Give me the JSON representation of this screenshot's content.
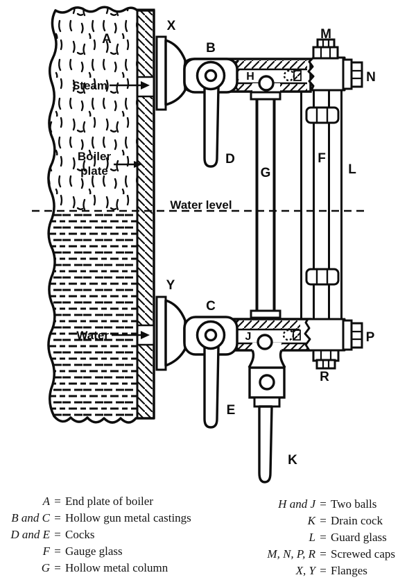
{
  "diagram": {
    "labels": {
      "A": "A",
      "B": "B",
      "C": "C",
      "D": "D",
      "E": "E",
      "F": "F",
      "G": "G",
      "H": "H",
      "J": "J",
      "K": "K",
      "L": "L",
      "M": "M",
      "N": "N",
      "P": "P",
      "R": "R",
      "X": "X",
      "Y": "Y"
    },
    "annotations": {
      "steam": "Steam",
      "water": "Water",
      "boiler_plate_line1": "Boiler",
      "boiler_plate_line2": "plate",
      "water_level": "Water level"
    }
  },
  "legend": {
    "separator": "=",
    "left": [
      {
        "key": "A",
        "value": "End plate of boiler"
      },
      {
        "key": "B and C",
        "value": "Hollow gun metal castings"
      },
      {
        "key": "D and E",
        "value": "Cocks"
      },
      {
        "key": "F",
        "value": "Gauge glass"
      },
      {
        "key": "G",
        "value": "Hollow metal column"
      }
    ],
    "right": [
      {
        "key": "H and J",
        "value": "Two balls"
      },
      {
        "key": "K",
        "value": "Drain cock"
      },
      {
        "key": "L",
        "value": "Guard glass"
      },
      {
        "key": "M, N, P, R",
        "value": "Screwed caps"
      },
      {
        "key": "X, Y",
        "value": "Flanges"
      }
    ]
  }
}
